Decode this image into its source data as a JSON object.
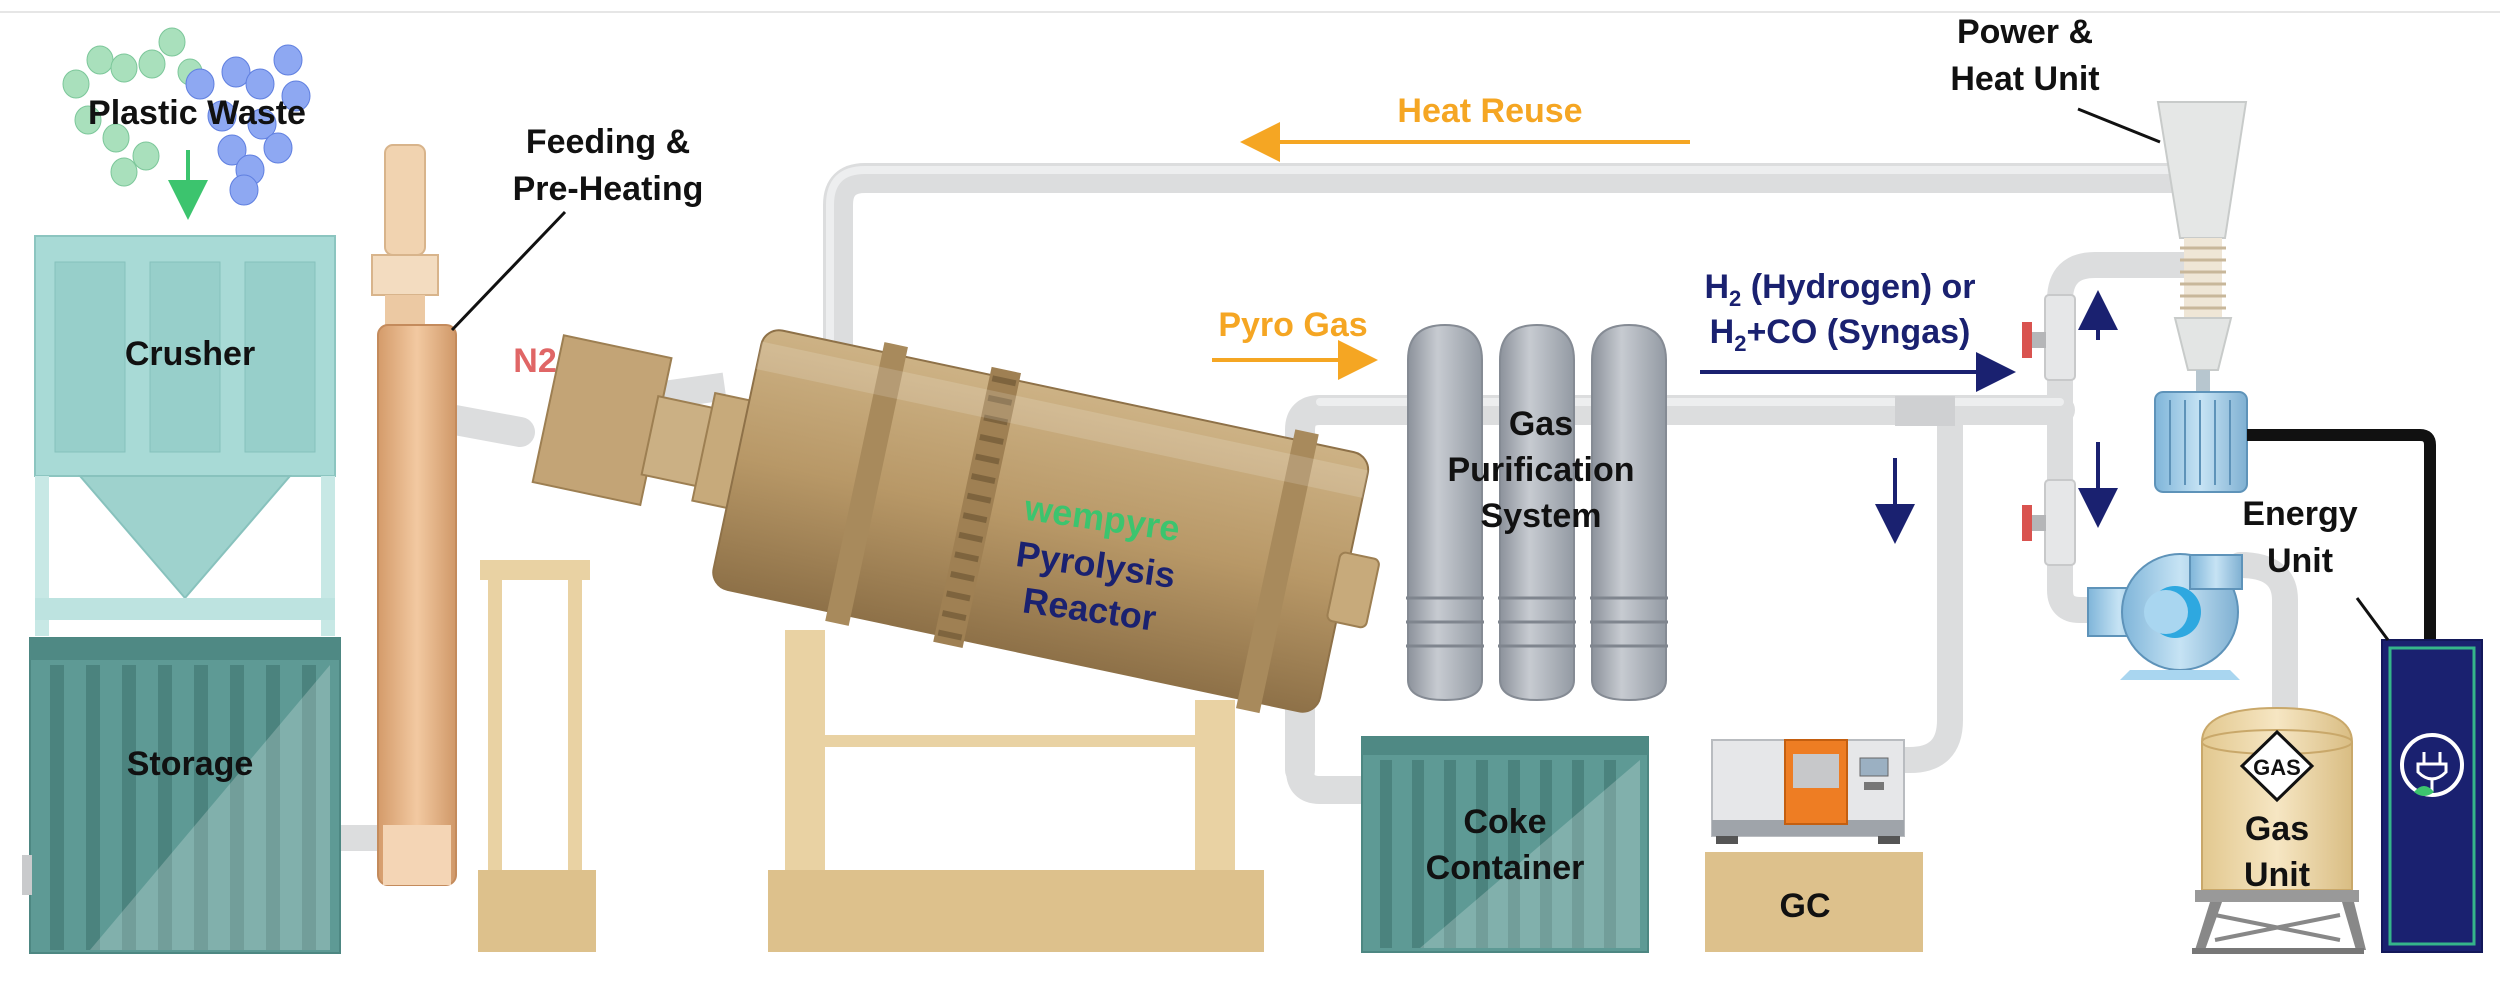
{
  "labels": {
    "plastic_waste": "Plastic Waste",
    "crusher": "Crusher",
    "storage": "Storage",
    "feeding_line1": "Feeding &",
    "feeding_line2": "Pre-Heating",
    "n2": "N2",
    "brand": "wempyre",
    "reactor_line1": "Pyrolysis",
    "reactor_line2": "Reactor",
    "heat_reuse": "Heat Reuse",
    "pyro_gas": "Pyro Gas",
    "gas_purif_line1": "Gas",
    "gas_purif_line2": "Purification",
    "gas_purif_line3": "System",
    "h2_prefix": "H",
    "h2_sub": "2",
    "h2_rest": " (Hydrogen) or",
    "syngas_prefix": "H",
    "syngas_sub": "2",
    "syngas_rest": "+CO (Syngas)",
    "power_line1": "Power &",
    "power_line2": "Heat Unit",
    "energy_line1": "Energy",
    "energy_line2": "Unit",
    "coke_line1": "Coke",
    "coke_line2": "Container",
    "gc": "GC",
    "gas_tag": "GAS",
    "gas_unit_line1": "Gas",
    "gas_unit_line2": "Unit"
  },
  "colors": {
    "accent_orange": "#F5A623",
    "accent_green": "#3CC46E",
    "navy": "#1A2170",
    "n2_red": "#E06666",
    "pipe": "#DCDDDE",
    "teal": "#5E9A95",
    "reactor": "#B89867",
    "column": "#A9AEB5"
  },
  "icons": [
    "plug-leaf-icon",
    "gas-diamond-icon",
    "display-screen-icon"
  ]
}
